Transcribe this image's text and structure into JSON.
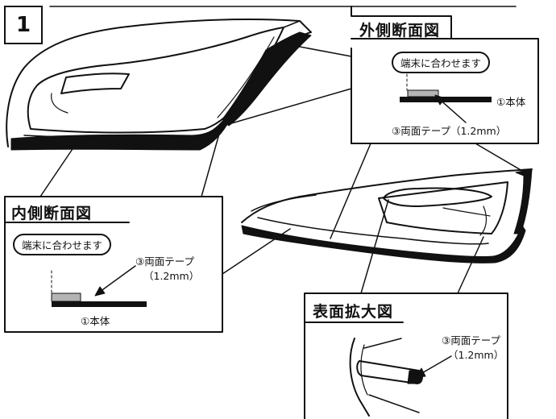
{
  "step_number": "1",
  "outer_section": {
    "title": "外側断面図",
    "callout": "端末に合わせます",
    "tape_label": "③両面テープ（1.2mm）",
    "body_label": "①本体"
  },
  "inner_section": {
    "title": "内側断面図",
    "callout": "端末に合わせます",
    "tape_label_line1": "③両面テープ",
    "tape_label_line2": "（1.2mm）",
    "body_label": "①本体"
  },
  "surface_section": {
    "title": "表面拡大図",
    "tape_label_line1": "③両面テープ",
    "tape_label_line2": "（1.2mm）"
  },
  "colors": {
    "line": "#111111",
    "tape": "#b4b4b4",
    "background": "#ffffff"
  }
}
